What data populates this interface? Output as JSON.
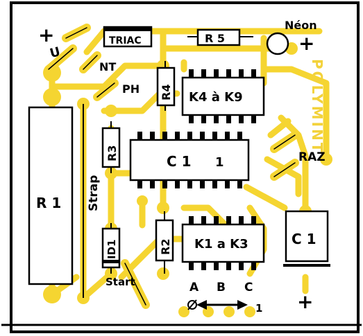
{
  "board": {
    "brand": "POLYMINT",
    "colors": {
      "copper": "#f5d531",
      "ink": "#000000",
      "background": "#ffffff"
    }
  },
  "components": {
    "triac": "TRIAC",
    "r5": "R 5",
    "neon": "Néon",
    "r4": "R4",
    "k4k9": "K4 à K9",
    "r3": "R3",
    "c1_ic": "C 1",
    "c1_ic_pin": "1",
    "r1": "R 1",
    "id1": "ID1",
    "r2": "R2",
    "k1k3": "K1 a K3",
    "c1_cap": "C 1"
  },
  "labels": {
    "plus_left": "+",
    "u": "U",
    "nt": "NT",
    "ph": "PH",
    "strap": "Strap",
    "raz": "RAZ",
    "start": "Start",
    "a": "A",
    "b": "B",
    "c": "C",
    "one": "1",
    "plus_top_right": "+",
    "plus_bottom_right": "+"
  }
}
